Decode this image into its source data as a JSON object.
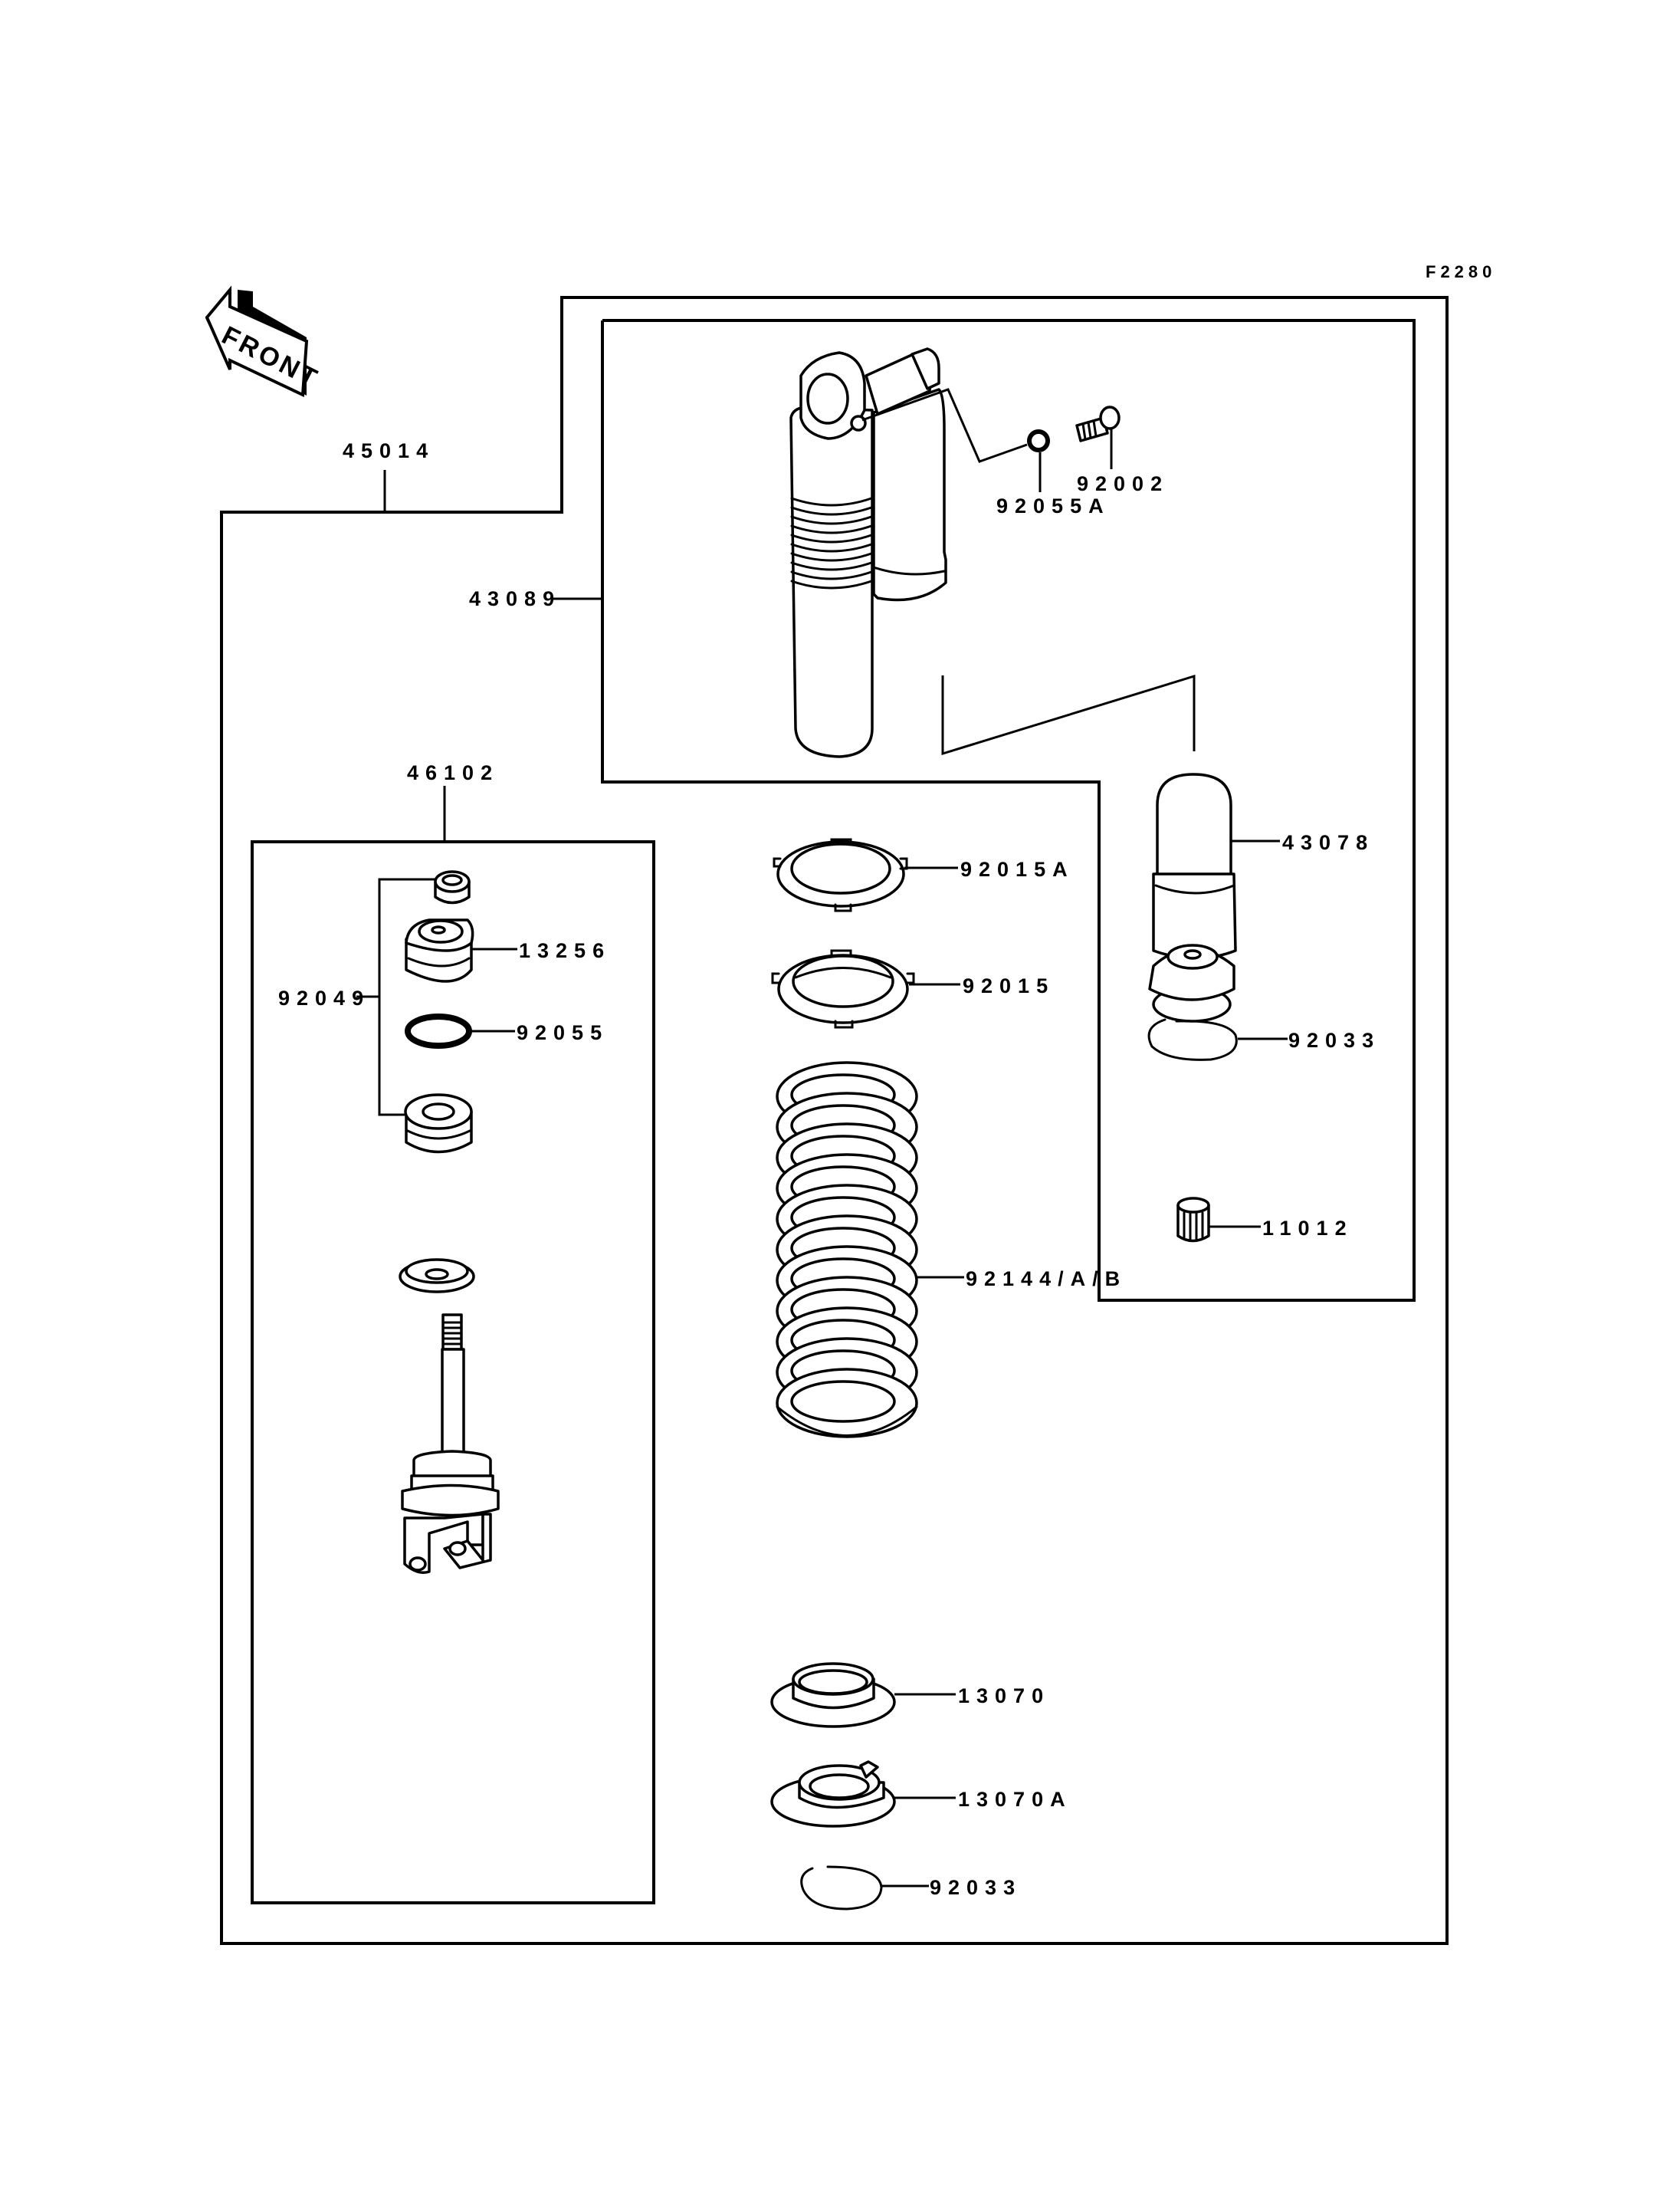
{
  "diagram": {
    "figure_ref": "F2280",
    "front_indicator": "FRONT",
    "assemblies": {
      "shock_assembly": "45014",
      "shock_body": "43089",
      "piston_rod_assembly": "46102",
      "valve_assembly_group": "92049"
    },
    "parts": {
      "o_ring_a": "92055A",
      "bolt": "92002",
      "reservoir_bladder": "43078",
      "circlip_reservoir": "92033",
      "reservoir_cap_bushing": "11012",
      "nut_ring_a": "92015A",
      "nut_ring": "92015",
      "spring": "92144/A/B",
      "spring_seat": "13070",
      "spring_seat_a": "13070A",
      "circlip_seat": "92033",
      "piston": "13256",
      "o_ring": "92055"
    }
  }
}
